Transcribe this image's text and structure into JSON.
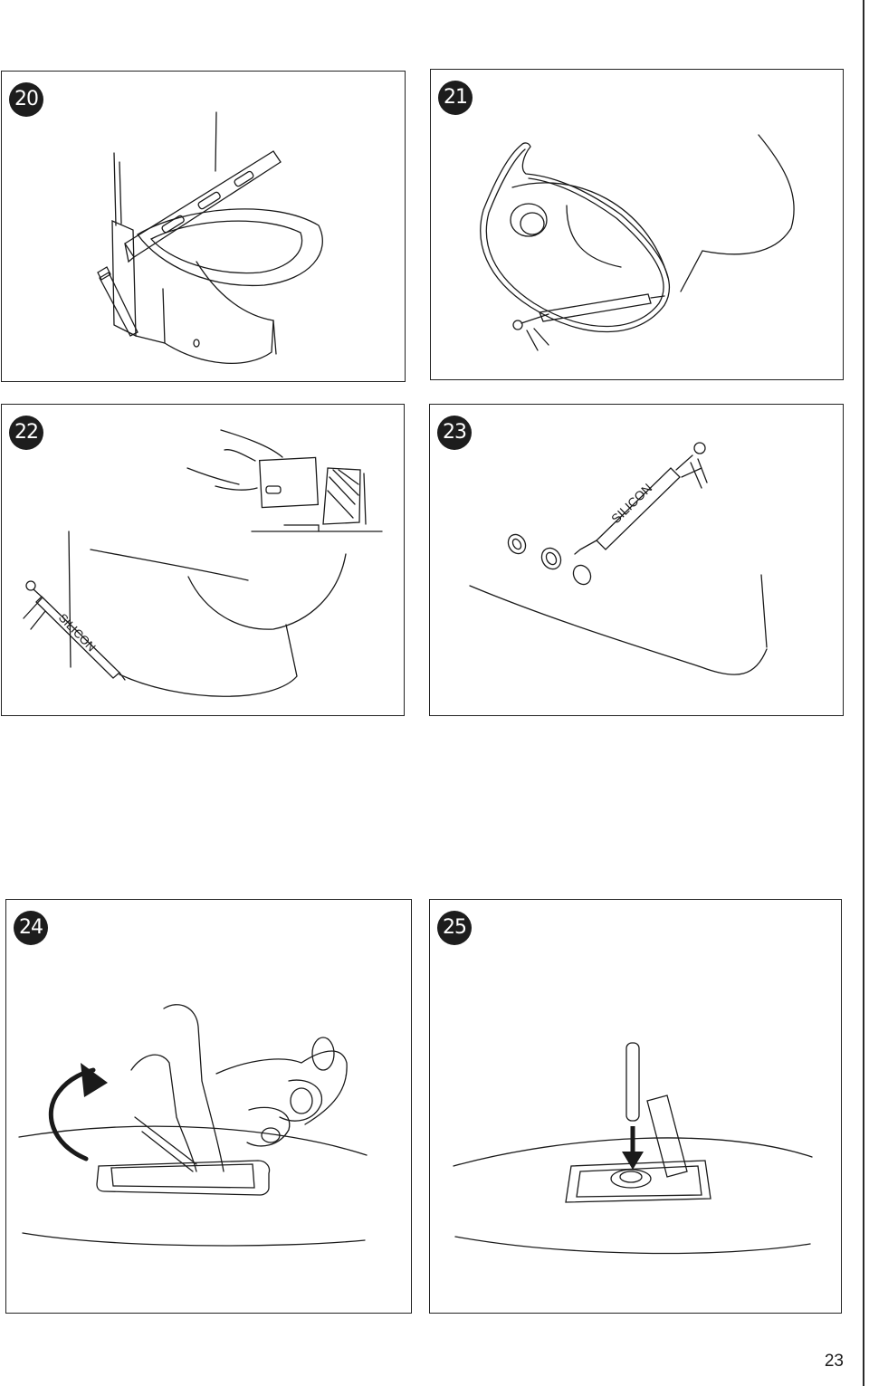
{
  "steps": [
    {
      "number": "20"
    },
    {
      "number": "21"
    },
    {
      "number": "22",
      "label": "SILICON"
    },
    {
      "number": "23",
      "label": "SILICON"
    },
    {
      "number": "24"
    },
    {
      "number": "25"
    }
  ],
  "page_number": "23",
  "line_color": "#1a1a1a",
  "badge_color": "#1d1d1d"
}
